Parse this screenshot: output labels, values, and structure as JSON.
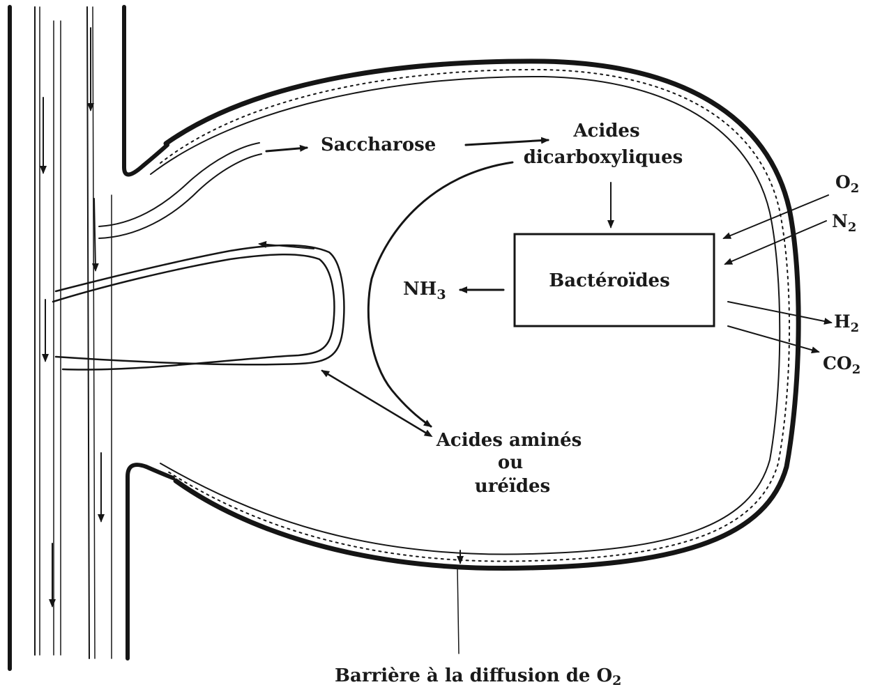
{
  "labels": {
    "saccharose": "Saccharose",
    "acides_line1": "Acides",
    "acides_line2": "dicarboxyliques",
    "bacteroides": "Bactéroïdes",
    "nh3_base": "NH",
    "nh3_sub": "3",
    "o2_base": "O",
    "o2_sub": "2",
    "n2_base": "N",
    "n2_sub": "2",
    "h2_base": "H",
    "h2_sub": "2",
    "co2_base": "CO",
    "co2_sub": "2",
    "amines_line1": "Acides aminés",
    "amines_line2": "ou",
    "amines_line3": "uréïdes",
    "barriere_base": "Barrière à la diffusion de O",
    "barriere_sub": "2"
  },
  "colors": {
    "ink": "#151515",
    "background": "#ffffff"
  }
}
